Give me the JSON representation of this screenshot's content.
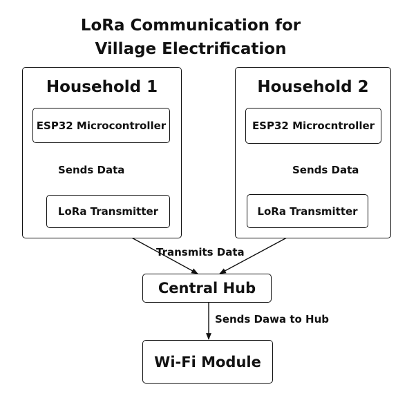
{
  "title": {
    "line1": "LoRa Communication for",
    "line2": "Village Electrification"
  },
  "household1": {
    "title": "Household 1",
    "microcontroller": "ESP32 Microcontroller",
    "transmitter": "LoRa Transmitter",
    "edge_label": "Sends Data"
  },
  "household2": {
    "title": "Household 2",
    "microcontroller": "ESP32 Microcntroller",
    "transmitter": "LoRa Transmitter",
    "edge_label": "Sends Data"
  },
  "transmit_label": "Transmits Data",
  "hub": {
    "label": "Central Hub"
  },
  "hub_edge_label": "Sends Dawa to Hub",
  "wifi": {
    "label": "Wi-Fi Module"
  }
}
